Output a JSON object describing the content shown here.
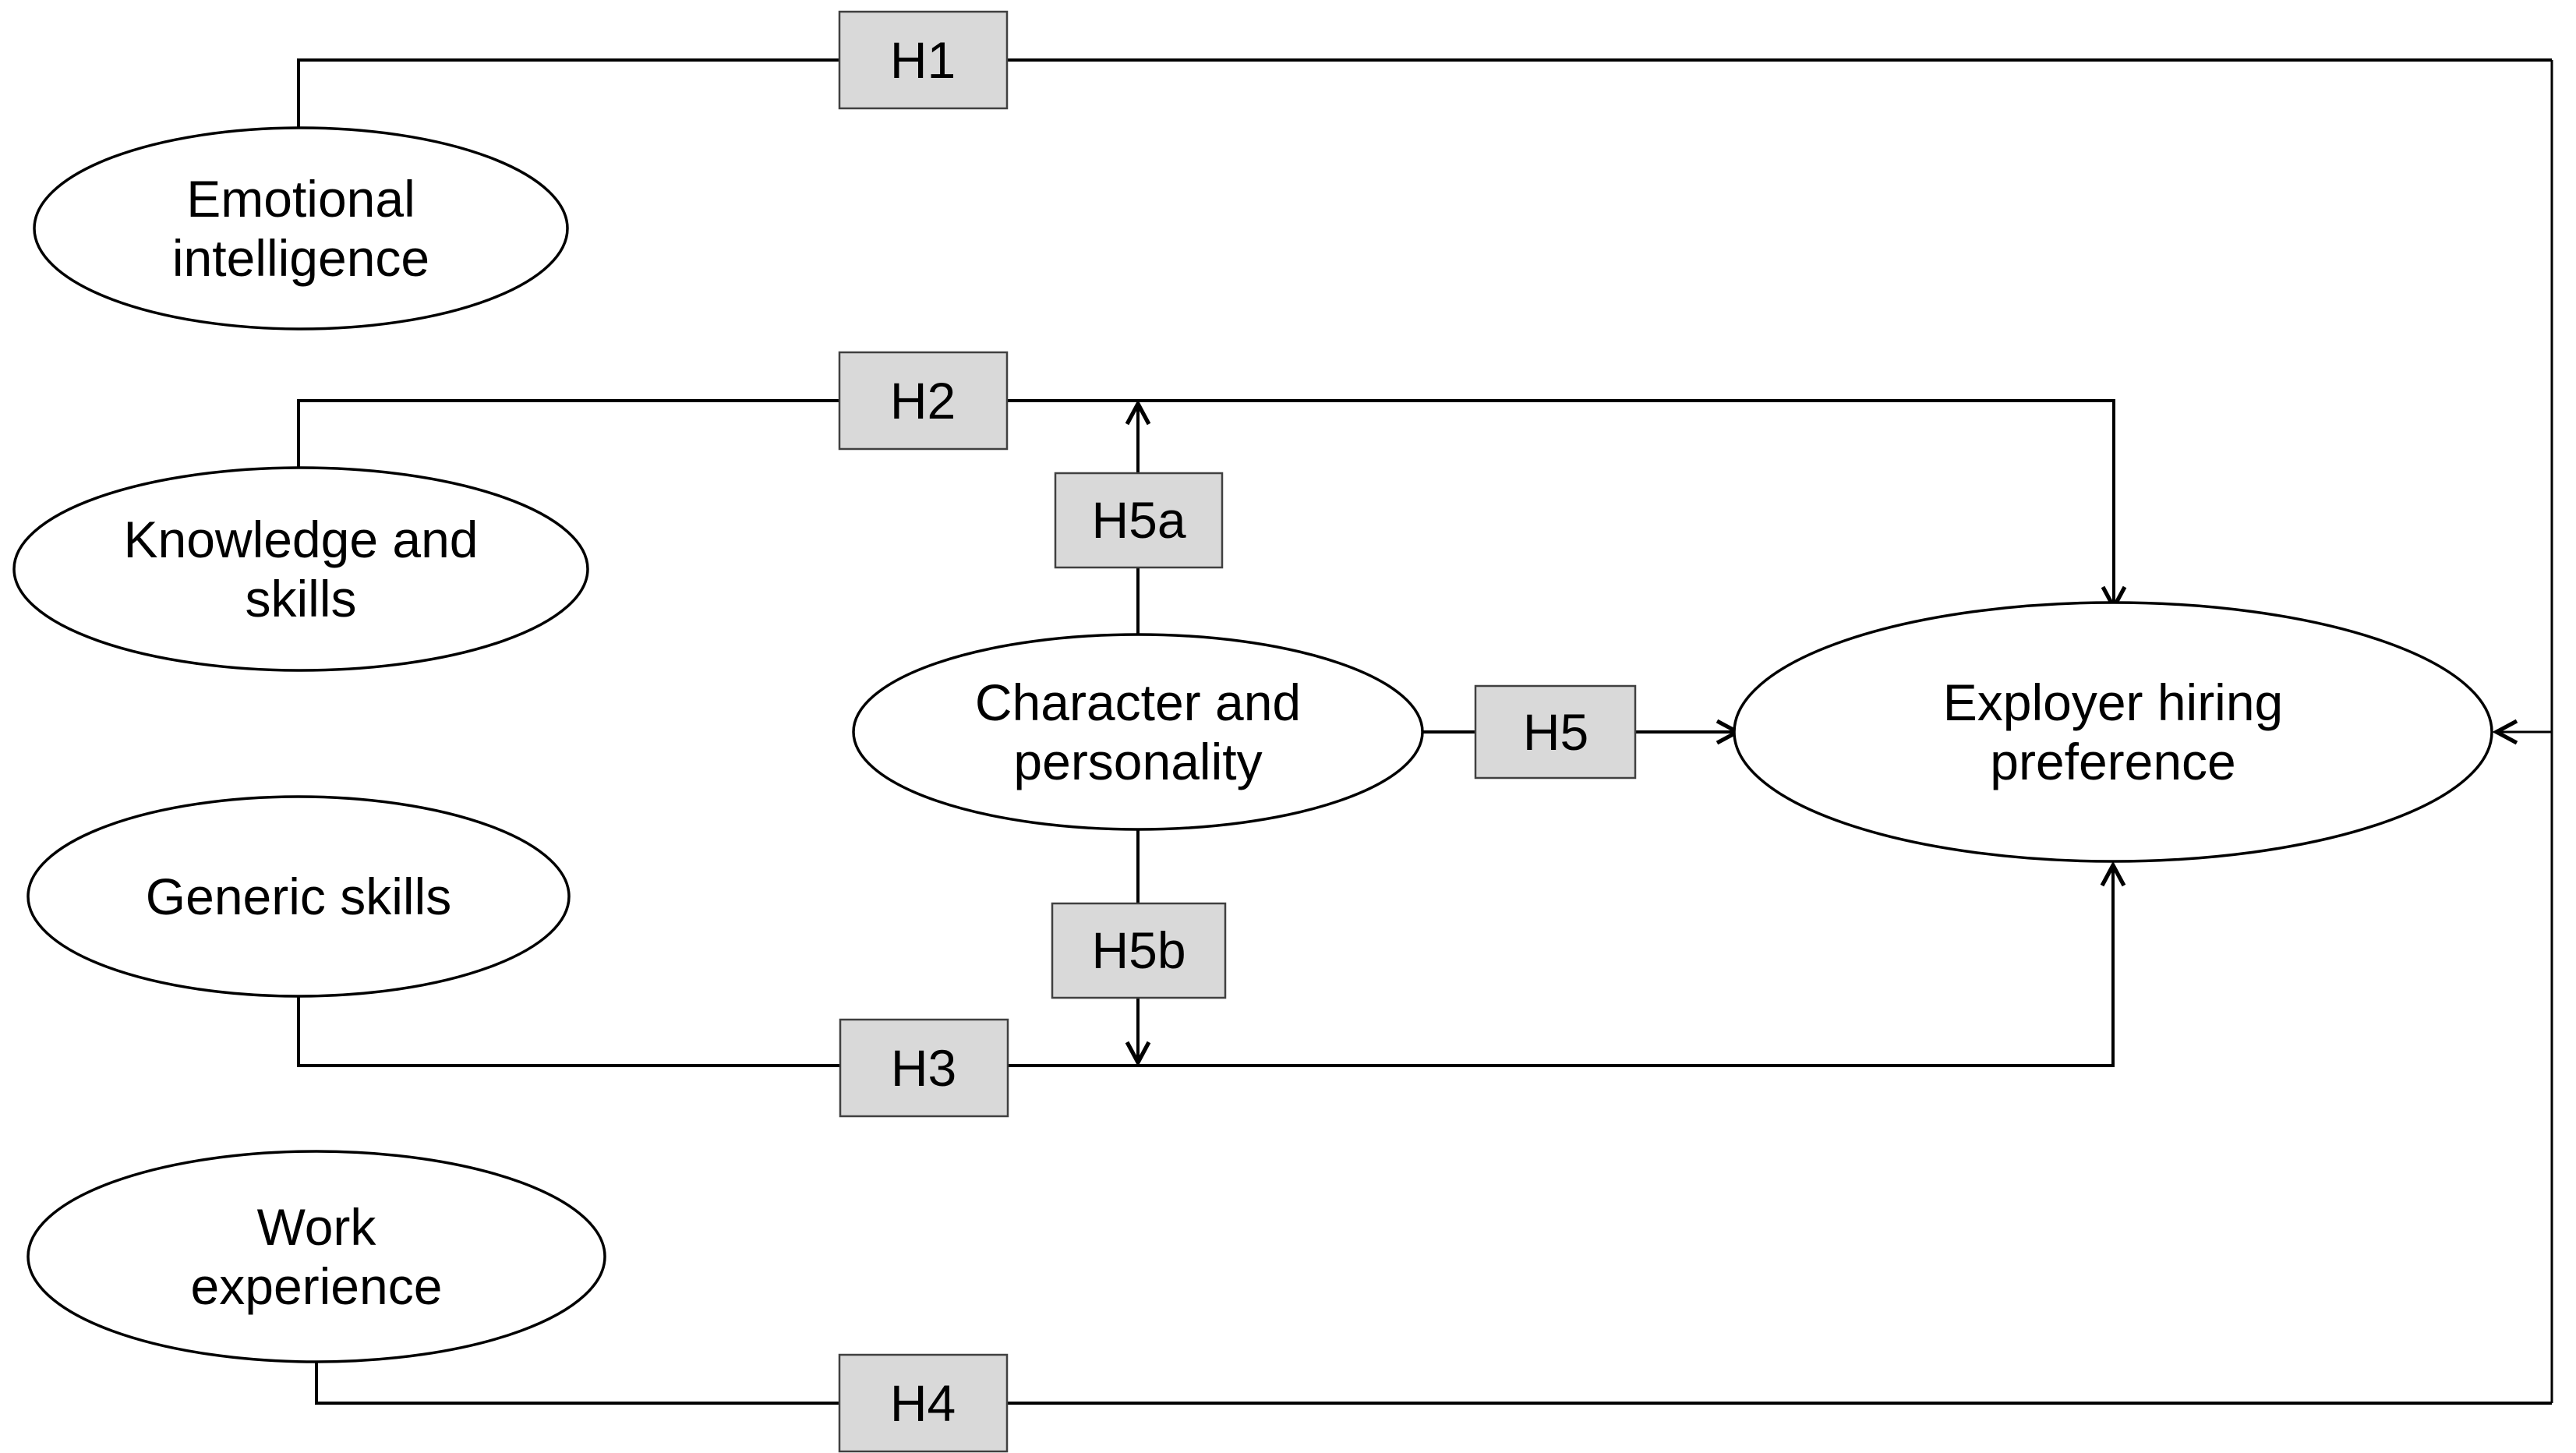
{
  "diagram": {
    "colors": {
      "background": "#ffffff",
      "line": "#000000",
      "box_fill": "#d9d9d9",
      "box_border": "#404040",
      "text": "#000000"
    },
    "nodes": {
      "emotional_intelligence": {
        "line1": "Emotional",
        "line2": "intelligence"
      },
      "knowledge_and_skills": {
        "line1": "Knowledge and",
        "line2": "skills"
      },
      "generic_skills": {
        "line1": "Generic skills"
      },
      "work_experience": {
        "line1": "Work",
        "line2": "experience"
      },
      "character_and_personality": {
        "line1": "Character and",
        "line2": "personality"
      },
      "employer_hiring_preference": {
        "line1": "Exployer hiring",
        "line2": "preference"
      }
    },
    "hypotheses": {
      "h1": "H1",
      "h2": "H2",
      "h3": "H3",
      "h4": "H4",
      "h5": "H5",
      "h5a": "H5a",
      "h5b": "H5b"
    }
  }
}
